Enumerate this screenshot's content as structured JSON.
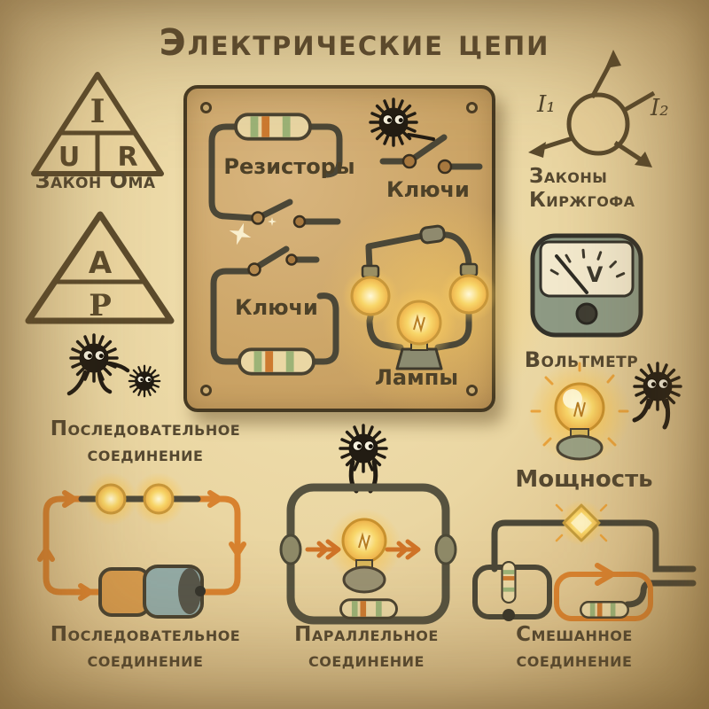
{
  "title": "Электрические цепи",
  "ohm_law": {
    "label": "Закон Ома",
    "triangle_top": "I",
    "triangle_left": "U",
    "triangle_right": "R"
  },
  "power_formula_triangle": {
    "top": "A",
    "bottom": "P"
  },
  "board": {
    "resistors_label": "Резисторы",
    "switches_label_top": "Ключи",
    "switches_label_bottom": "Ключи",
    "lamps_label": "Лампы"
  },
  "kirchhoff": {
    "label_line1": "Законы",
    "label_line2": "Киржгофа",
    "i1": "I₁",
    "i2": "I₂"
  },
  "voltmeter": {
    "label": "Вольтметр",
    "dial_letter": "V"
  },
  "sections": {
    "series_top": {
      "line1": "Последовательное",
      "line2": "соединение"
    },
    "series_bottom": {
      "line1": "Последовательное",
      "line2": "соединение"
    },
    "parallel": {
      "line1": "Параллельное",
      "line2": "соединение"
    },
    "mixed": {
      "line1": "Смешанное",
      "line2": "соединение"
    },
    "power_label": "Мощность"
  },
  "colors": {
    "paper": "#ead6a2",
    "ink": "#554830",
    "board": "#cda668",
    "wire": "#4b4737",
    "accent_orange": "#d8822f",
    "lamp_glow": "#f6c44e",
    "resistor_body": "#ead7a4",
    "stripe_green": "#9cb377",
    "stripe_orange": "#cd7a30",
    "voltmeter_body": "#8e9a84",
    "voltmeter_face": "#f3e9cd",
    "sprite": "#221c13"
  }
}
